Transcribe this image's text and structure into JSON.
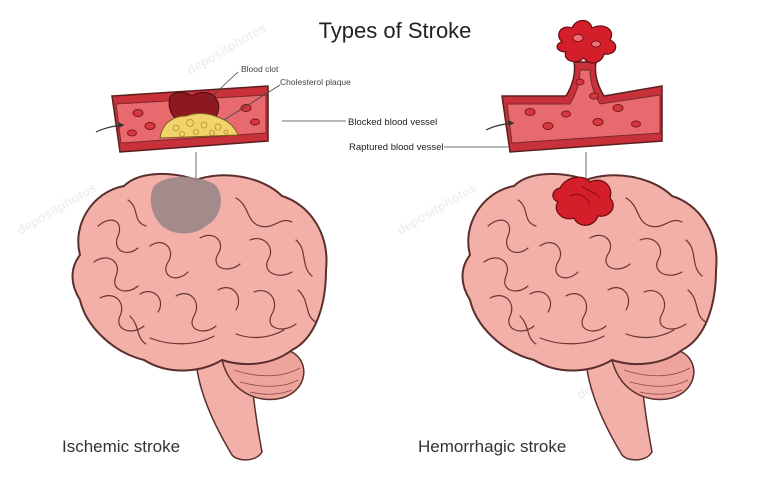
{
  "title": "Types of Stroke",
  "left": {
    "caption": "Ischemic stroke",
    "labels": {
      "blood_clot": "Blood clot",
      "cholesterol_plaque": "Cholesterol plaque",
      "blocked_vessel": "Blocked blood vessel"
    }
  },
  "right": {
    "caption": "Hemorrhagic stroke",
    "labels": {
      "ruptured_vessel": "Raptured blood vessel"
    }
  },
  "watermark": "depositphotos",
  "colors": {
    "vessel_wall": "#c8303a",
    "vessel_lumen": "#e86a6f",
    "blood_cell": "#d9373f",
    "clot": "#8e1820",
    "plaque": "#f2d36b",
    "brain": "#f3b0a9",
    "brain_outline": "#5a2f2d",
    "ischemic_area": "#9b8787",
    "hemorrhage": "#d41e2a"
  }
}
